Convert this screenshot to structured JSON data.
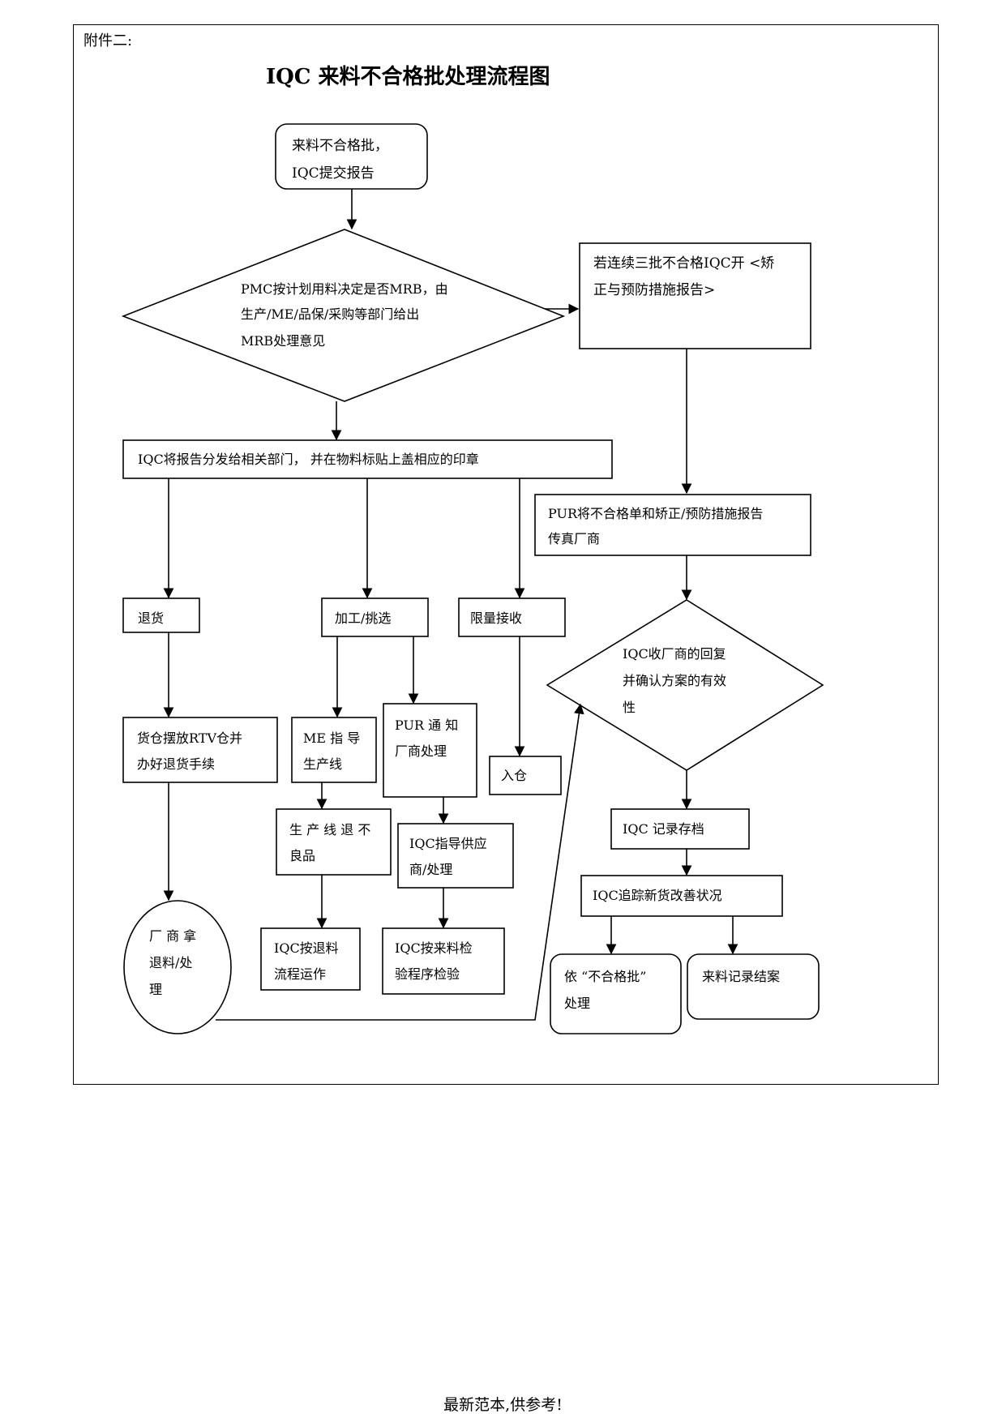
{
  "header": {
    "attachment": "附件二:",
    "title": "IQC 来料不合格批处理流程图"
  },
  "nodes": {
    "start": [
      "来料不合格批，",
      "IQC提交报告"
    ],
    "mrb_decision": [
      "PMC按计划用料决定是否MRB，由",
      "生产/ME/品保/采购等部门给出",
      "MRB处理意见"
    ],
    "three_batches": [
      "若连续三批不合格IQC开  <矫",
      "正与预防措施报告>"
    ],
    "distribute": [
      "IQC将报告分发给相关部门， 并在物料标贴上盖相应的印章"
    ],
    "pur_fax": [
      "PUR将不合格单和矫正/预防措施报告",
      "传真厂商"
    ],
    "return": [
      "退货"
    ],
    "rework": [
      "加工/挑选"
    ],
    "limited": [
      "限量接收"
    ],
    "vendor_reply": [
      "IQC收厂商的回复",
      "并确认方案的有效",
      "性"
    ],
    "warehouse_rtv": [
      "货仓摆放RTV仓并",
      "办好退货手续"
    ],
    "me_guide": [
      "ME 指 导",
      "生产线"
    ],
    "pur_notify": [
      "PUR 通  知",
      "厂商处理"
    ],
    "store": [
      "入仓"
    ],
    "iqc_record": [
      "IQC 记录存档"
    ],
    "line_return": [
      "生 产 线 退 不",
      "良品"
    ],
    "iqc_guide_vendor": [
      "IQC指导供应",
      "商/处理"
    ],
    "iqc_track": [
      "IQC追踪新货改善状况"
    ],
    "vendor_take": [
      "厂 商 拿",
      "退料/处",
      "理"
    ],
    "iqc_return_flow": [
      "IQC按退料",
      "流程运作"
    ],
    "iqc_inspect": [
      "IQC按来料检",
      "验程序检验"
    ],
    "per_ng": [
      "依 “不合格批”",
      "处理"
    ],
    "close_record": [
      "来料记录结案"
    ]
  },
  "footer": {
    "note": "最新范本,供参考!"
  }
}
